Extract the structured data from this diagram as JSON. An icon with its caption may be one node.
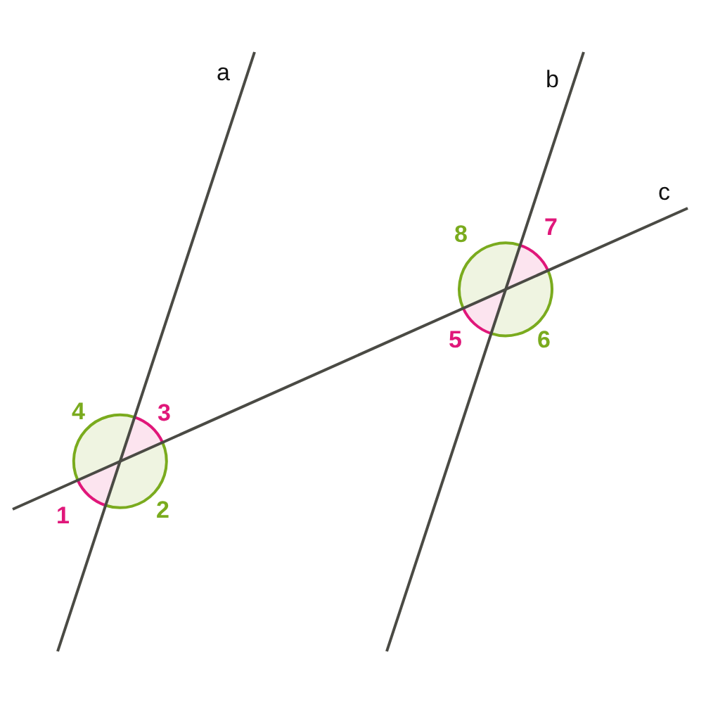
{
  "diagram": {
    "labels": [
      "a",
      "b",
      "c",
      "8",
      "7",
      "5",
      "6",
      "4",
      "3",
      "1",
      "2"
    ]
  }
}
